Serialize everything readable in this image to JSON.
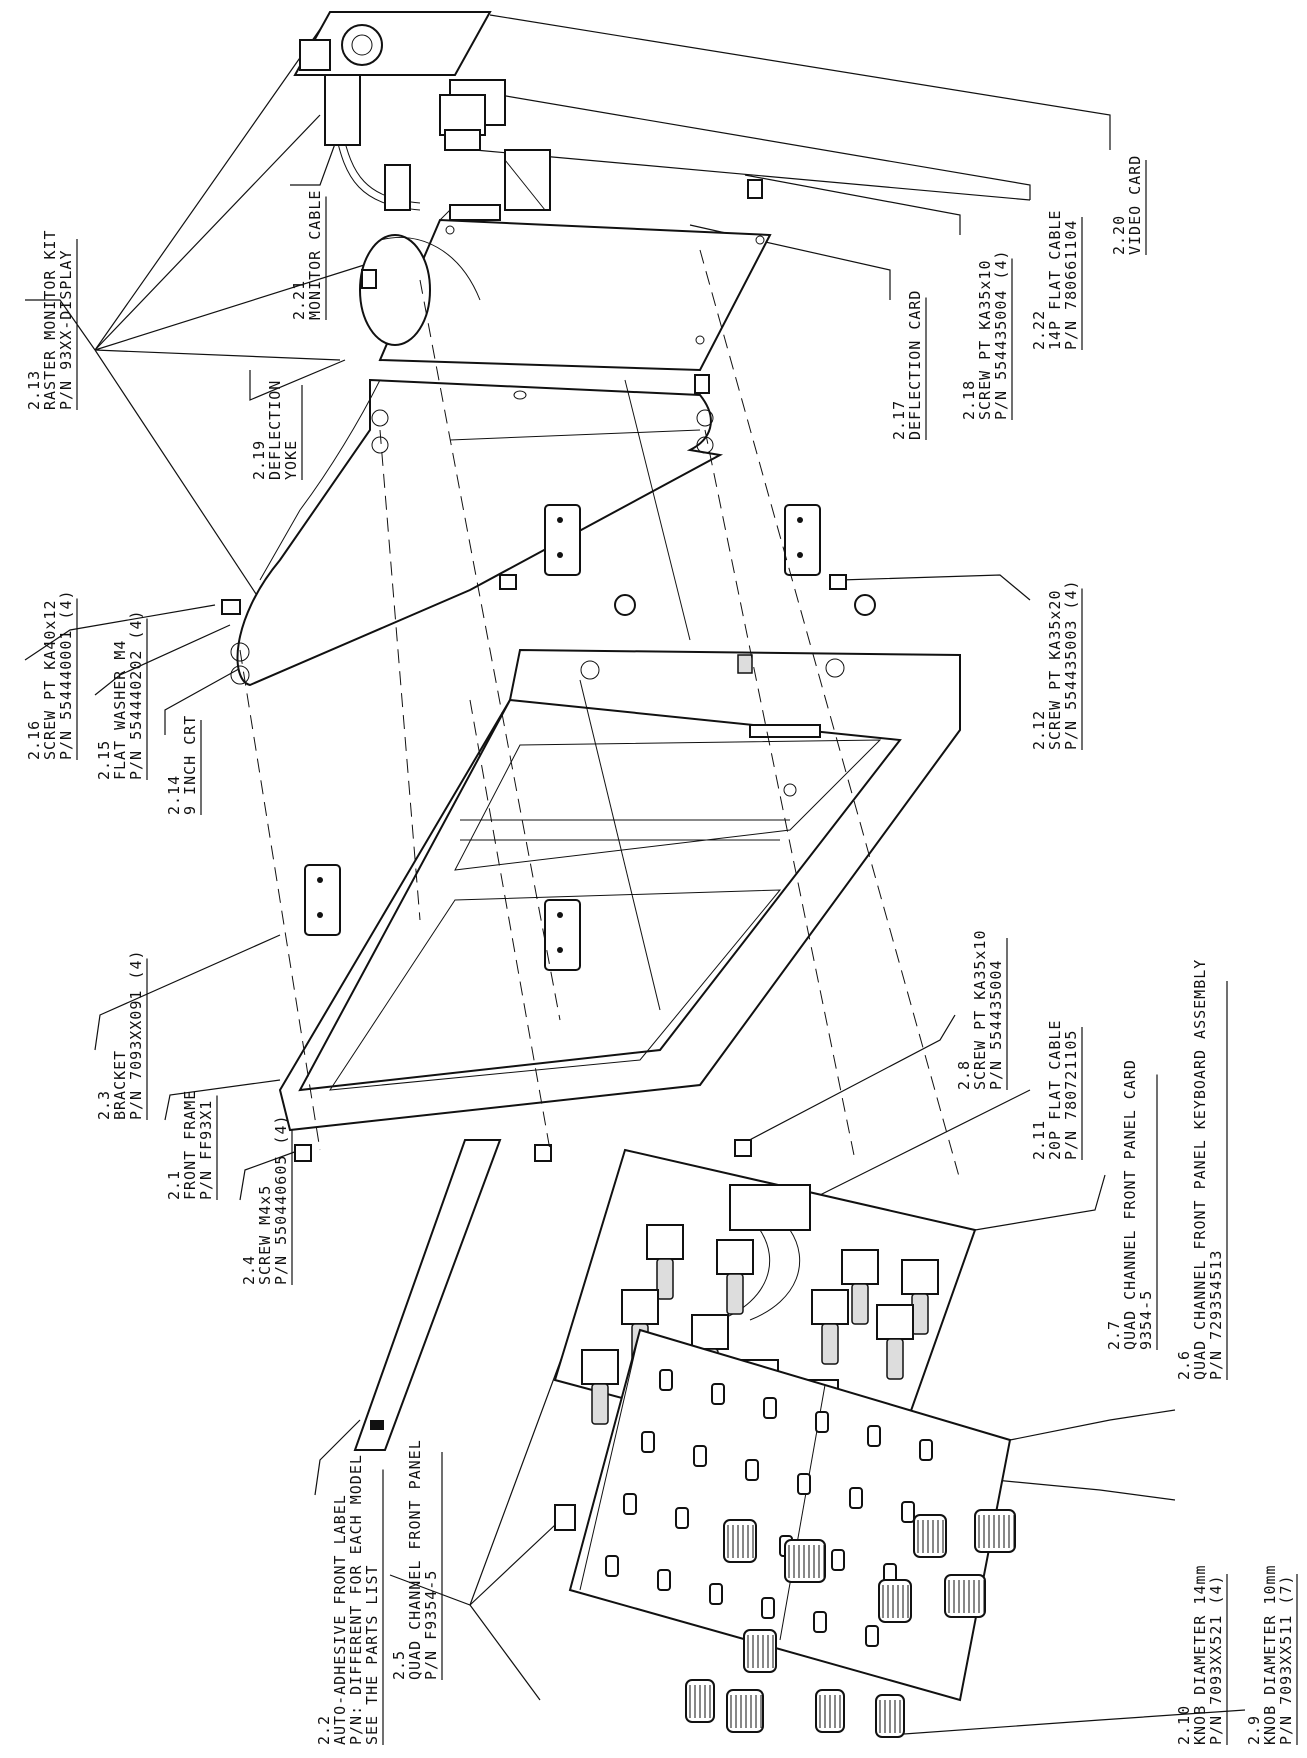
{
  "callouts": [
    {
      "num": "2.13",
      "lines": [
        "RASTER MONITOR KIT",
        "P/N 93XX-DISPLAY"
      ]
    },
    {
      "num": "2.19",
      "lines": [
        "DEFLECTION",
        "YOKE"
      ]
    },
    {
      "num": "2.21",
      "lines": [
        "MONITOR CABLE"
      ]
    },
    {
      "num": "2.17",
      "lines": [
        "DEFLECTION CARD"
      ]
    },
    {
      "num": "2.18",
      "lines": [
        "SCREW PT KA35x10",
        "P/N 554435004 (4)"
      ]
    },
    {
      "num": "2.22",
      "lines": [
        "14P FLAT CABLE",
        "P/N 780661104"
      ]
    },
    {
      "num": "2.20",
      "lines": [
        "VIDEO CARD"
      ]
    },
    {
      "num": "2.16",
      "lines": [
        "SCREW PT KA40x12",
        "P/N 554440001 (4)"
      ]
    },
    {
      "num": "2.15",
      "lines": [
        "FLAT WASHER M4",
        "P/N 554440202 (4)"
      ]
    },
    {
      "num": "2.14",
      "lines": [
        "9 INCH CRT"
      ]
    },
    {
      "num": "2.12",
      "lines": [
        "SCREW PT KA35x20",
        "P/N 554435003 (4)"
      ]
    },
    {
      "num": "2.3",
      "lines": [
        "BRACKET",
        "P/N 7093XX091 (4)"
      ]
    },
    {
      "num": "2.1",
      "lines": [
        "FRONT FRAME",
        "P/N FF93X1"
      ]
    },
    {
      "num": "2.4",
      "lines": [
        "SCREW M4x5",
        "P/N 550440605 (4)"
      ]
    },
    {
      "num": "2.8",
      "lines": [
        "SCREW PT KA35x10",
        "P/N 554435004"
      ]
    },
    {
      "num": "2.11",
      "lines": [
        "20P FLAT CABLE",
        "P/N 780721105"
      ]
    },
    {
      "num": "2.7",
      "lines": [
        "QUAD CHANNEL FRONT PANEL CARD",
        "9354-5"
      ]
    },
    {
      "num": "2.6",
      "lines": [
        "QUAD CHANNEL FRONT PANEL KEYBOARD ASSEMBLY",
        "P/N 729354513"
      ]
    },
    {
      "num": "2.2",
      "lines": [
        "AUTO-ADHESIVE FRONT LABEL",
        "P/N: DIFFERENT FOR EACH MODEL",
        "SEE THE PARTS LIST"
      ]
    },
    {
      "num": "2.5",
      "lines": [
        "QUAD CHANNEL FRONT PANEL",
        "P/N F9354-5"
      ]
    },
    {
      "num": "2.10",
      "lines": [
        "KNOB DIAMETER 14mm",
        "P/N 7093XX521 (4)"
      ]
    },
    {
      "num": "2.9",
      "lines": [
        "KNOB DIAMETER 10mm",
        "P/N 7093XX511 (7)"
      ]
    }
  ]
}
